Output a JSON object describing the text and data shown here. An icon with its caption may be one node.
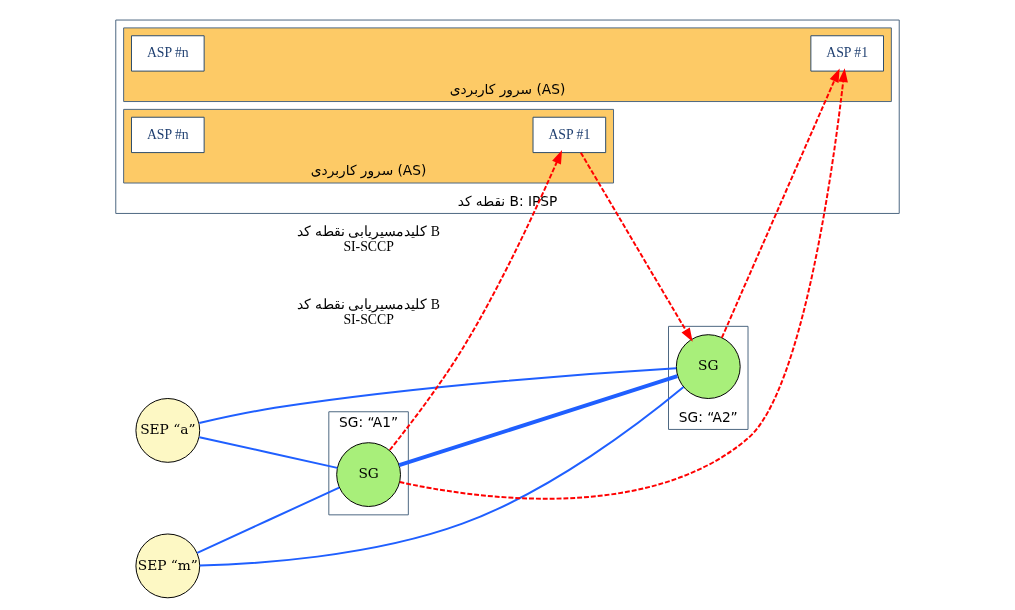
{
  "diagram": {
    "nodes": [
      {
        "text": [
          "SEP “a”"
        ]
      },
      {
        "text": [
          "SEP “m”"
        ]
      },
      {
        "text": [
          "SG: “A1”"
        ]
      },
      {
        "text": [
          "SG"
        ],
        "in": 2
      },
      {
        "text": [
          "SG: “A2”"
        ]
      },
      {
        "text": [
          "SG"
        ],
        "in": 4
      },
      {
        "text": [
          "نقطه کد B: IPSP"
        ]
      },
      {
        "text": [
          "سرور کاربردی (AS)"
        ],
        "in": 6,
        "beside": [
          "کلیدمسیریابی نقطه کد B",
          "SI-SCCP"
        ]
      },
      {
        "text": [
          "ASP #n"
        ],
        "in": 7
      },
      {
        "text": [
          "ASP #1"
        ],
        "in": 7
      },
      {
        "text": [
          "سرور کاربردی (AS)"
        ],
        "in": 6,
        "beside": [
          "کلیدمسیریابی نقطه کد B",
          "SI-SCCP"
        ]
      },
      {
        "text": [
          "ASP #n"
        ],
        "in": 10
      },
      {
        "text": [
          "ASP #1"
        ],
        "in": 10
      }
    ],
    "edges": [
      {
        "from": 0,
        "to": 3,
        "arrow": "none"
      },
      {
        "from": 0,
        "to": 5,
        "arrow": "none"
      },
      {
        "from": 1,
        "to": 3,
        "arrow": "none"
      },
      {
        "from": 1,
        "to": 5,
        "arrow": "none"
      },
      {
        "from": 3,
        "to": 5,
        "arrow": "none",
        "style": "thick"
      },
      {
        "from": 3,
        "to": 9,
        "arrow": "to",
        "style": "dashed",
        "color": "#ff0000"
      },
      {
        "from": 3,
        "to": 12,
        "arrow": "to",
        "style": "dashed",
        "color": "#ff0000"
      },
      {
        "from": 9,
        "to": 5,
        "arrow": "to",
        "style": "dashed",
        "color": "#ff0000"
      },
      {
        "from": 5,
        "to": 12,
        "arrow": "to",
        "style": "dashed",
        "color": "#ff0000"
      }
    ]
  }
}
